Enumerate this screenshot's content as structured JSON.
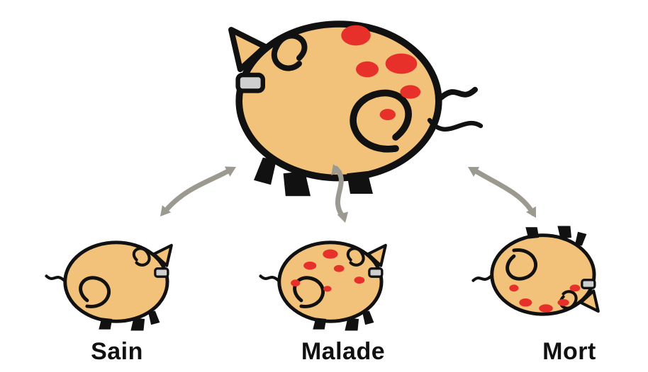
{
  "colors": {
    "body": "#F2C27A",
    "outline": "#111111",
    "spot": "#E8302A",
    "arrow": "#9C9A90"
  },
  "diagram": {
    "center_node": {
      "icon": "infected-pig-icon"
    },
    "nodes": [
      {
        "label": "Sain",
        "icon": "healthy-pig-icon"
      },
      {
        "label": "Malade",
        "icon": "sick-pig-icon"
      },
      {
        "label": "Mort",
        "icon": "dead-pig-icon"
      }
    ],
    "edges": [
      {
        "from": "center",
        "to": "Sain",
        "type": "bidirectional"
      },
      {
        "from": "center",
        "to": "Malade",
        "type": "bidirectional"
      },
      {
        "from": "center",
        "to": "Mort",
        "type": "bidirectional"
      }
    ]
  }
}
